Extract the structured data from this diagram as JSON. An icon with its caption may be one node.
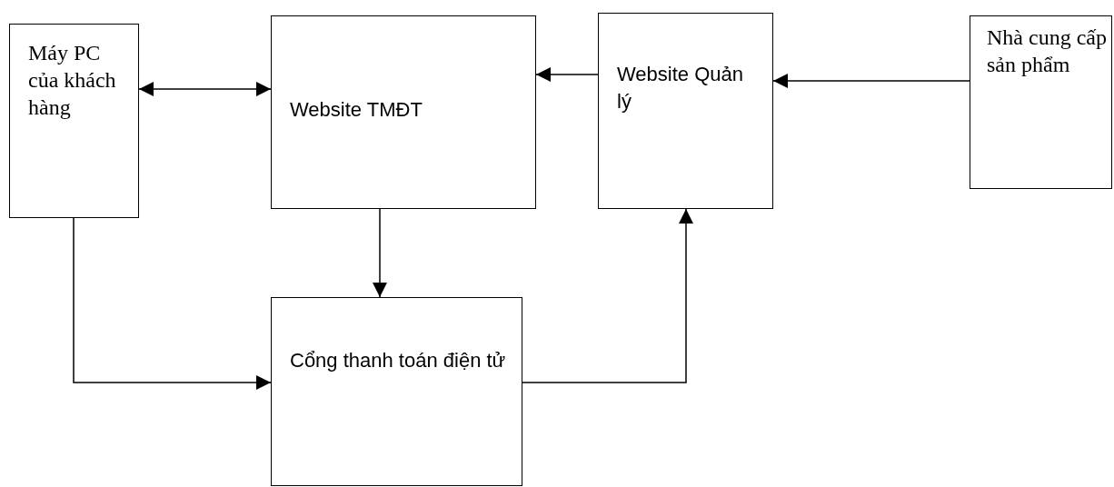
{
  "diagram": {
    "nodes": [
      {
        "text": [
          "Máy PC của khách hàng"
        ]
      },
      {
        "text": [
          "Website TMĐT"
        ]
      },
      {
        "text": [
          "Website Quản lý"
        ]
      },
      {
        "text": [
          "Nhà cung cấp sản phẩm"
        ]
      },
      {
        "text": [
          "Cổng thanh toán điện tử"
        ]
      }
    ],
    "edges": [
      {
        "from": 0,
        "to": 1,
        "arrow": "both"
      },
      {
        "from": 2,
        "to": 1,
        "arrow": "to"
      },
      {
        "from": 3,
        "to": 2,
        "arrow": "to"
      },
      {
        "from": 1,
        "to": 4,
        "arrow": "to"
      },
      {
        "from": 0,
        "to": 4,
        "arrow": "to"
      },
      {
        "from": 4,
        "to": 2,
        "arrow": "to"
      }
    ]
  }
}
